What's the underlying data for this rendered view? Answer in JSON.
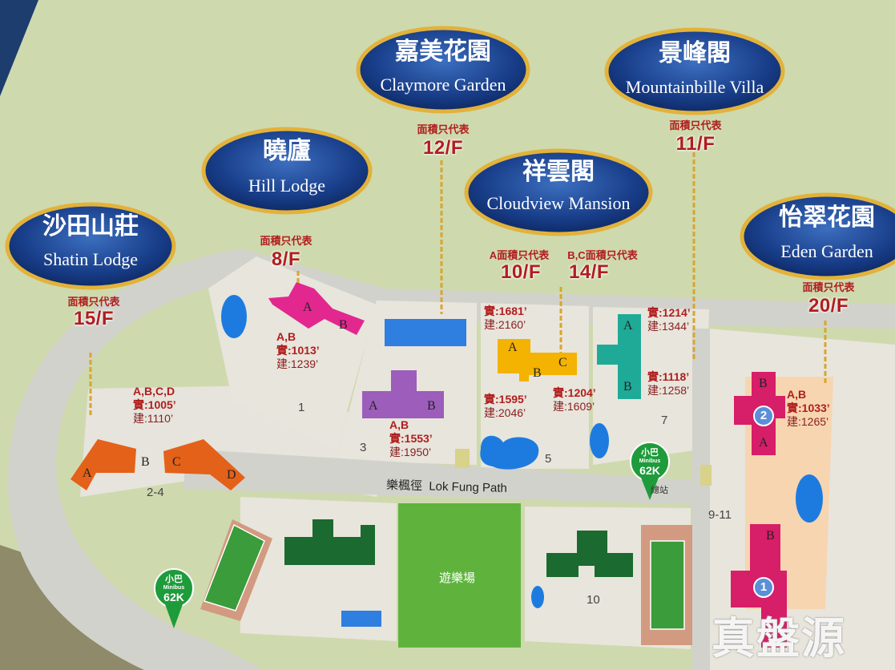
{
  "estates": [
    {
      "name_cn": "沙田山莊",
      "name_en": "Shatin Lodge",
      "note": "面積只代表",
      "floor": "15/F"
    },
    {
      "name_cn": "曉廬",
      "name_en": "Hill Lodge",
      "note": "面積只代表",
      "floor": "8/F"
    },
    {
      "name_cn": "嘉美花園",
      "name_en": "Claymore Garden",
      "note": "面積只代表",
      "floor": "12/F"
    },
    {
      "name_cn": "祥雲閣",
      "name_en": "Cloudview Mansion",
      "note_a": "A面積只代表",
      "floor_a": "10/F",
      "note_bc": "B,C面積只代表",
      "floor_bc": "14/F"
    },
    {
      "name_cn": "景峰閣",
      "name_en": "Mountainbille Villa",
      "note": "面積只代表",
      "floor": "11/F"
    },
    {
      "name_cn": "怡翠花園",
      "name_en": "Eden Garden",
      "note": "面積只代表",
      "floor": "20/F"
    }
  ],
  "areas": [
    {
      "units": "A,B,C,D",
      "saleable": "實:1005’",
      "gross": "建:1110’"
    },
    {
      "units": "A,B",
      "saleable": "實:1013’",
      "gross": "建:1239’"
    },
    {
      "units": "A,B",
      "saleable": "實:1553’",
      "gross": "建:1950’"
    },
    {
      "saleable": "實:1681’",
      "gross": "建:2160’"
    },
    {
      "saleable": "實:1595’",
      "gross": "建:2046’"
    },
    {
      "saleable": "實:1204’",
      "gross": "建:1609’"
    },
    {
      "saleable": "實:1214’",
      "gross": "建:1344’"
    },
    {
      "saleable": "實:1118’",
      "gross": "建:1258’"
    },
    {
      "units": "A,B",
      "saleable": "實:1033’",
      "gross": "建:1265’"
    }
  ],
  "unit_letters": [
    "A",
    "B",
    "C",
    "D"
  ],
  "lot_numbers": [
    "1",
    "2-4",
    "3",
    "5",
    "7",
    "9-11",
    "10"
  ],
  "road": "樂楓徑  Lok Fung Path",
  "playground": "遊樂場",
  "minibus": {
    "label_cn": "小巴",
    "label_en": "Minibus",
    "route": "62K",
    "stop": "總站"
  },
  "block_markers": [
    "1",
    "2"
  ],
  "watermark": "真盤源",
  "colors": {
    "grass": "#cfd9ae",
    "road": "#d2d2cc",
    "tennis": "#d29a80",
    "court": "#3a9c3a",
    "playground": "#5fb33d",
    "badge": "#173d84",
    "gold": "#e2b23a",
    "shatin": "#e4611a",
    "hill": "#e2278f",
    "claymore": "#2e7fe0",
    "claymore_b": "#9c5dbb",
    "cloudview": "#f3b300",
    "mountain": "#1faa98",
    "eden": "#d71e68",
    "pool": "#1d7be0",
    "green_bldg": "#1b6a2f",
    "navy": "#1d3d6e"
  }
}
